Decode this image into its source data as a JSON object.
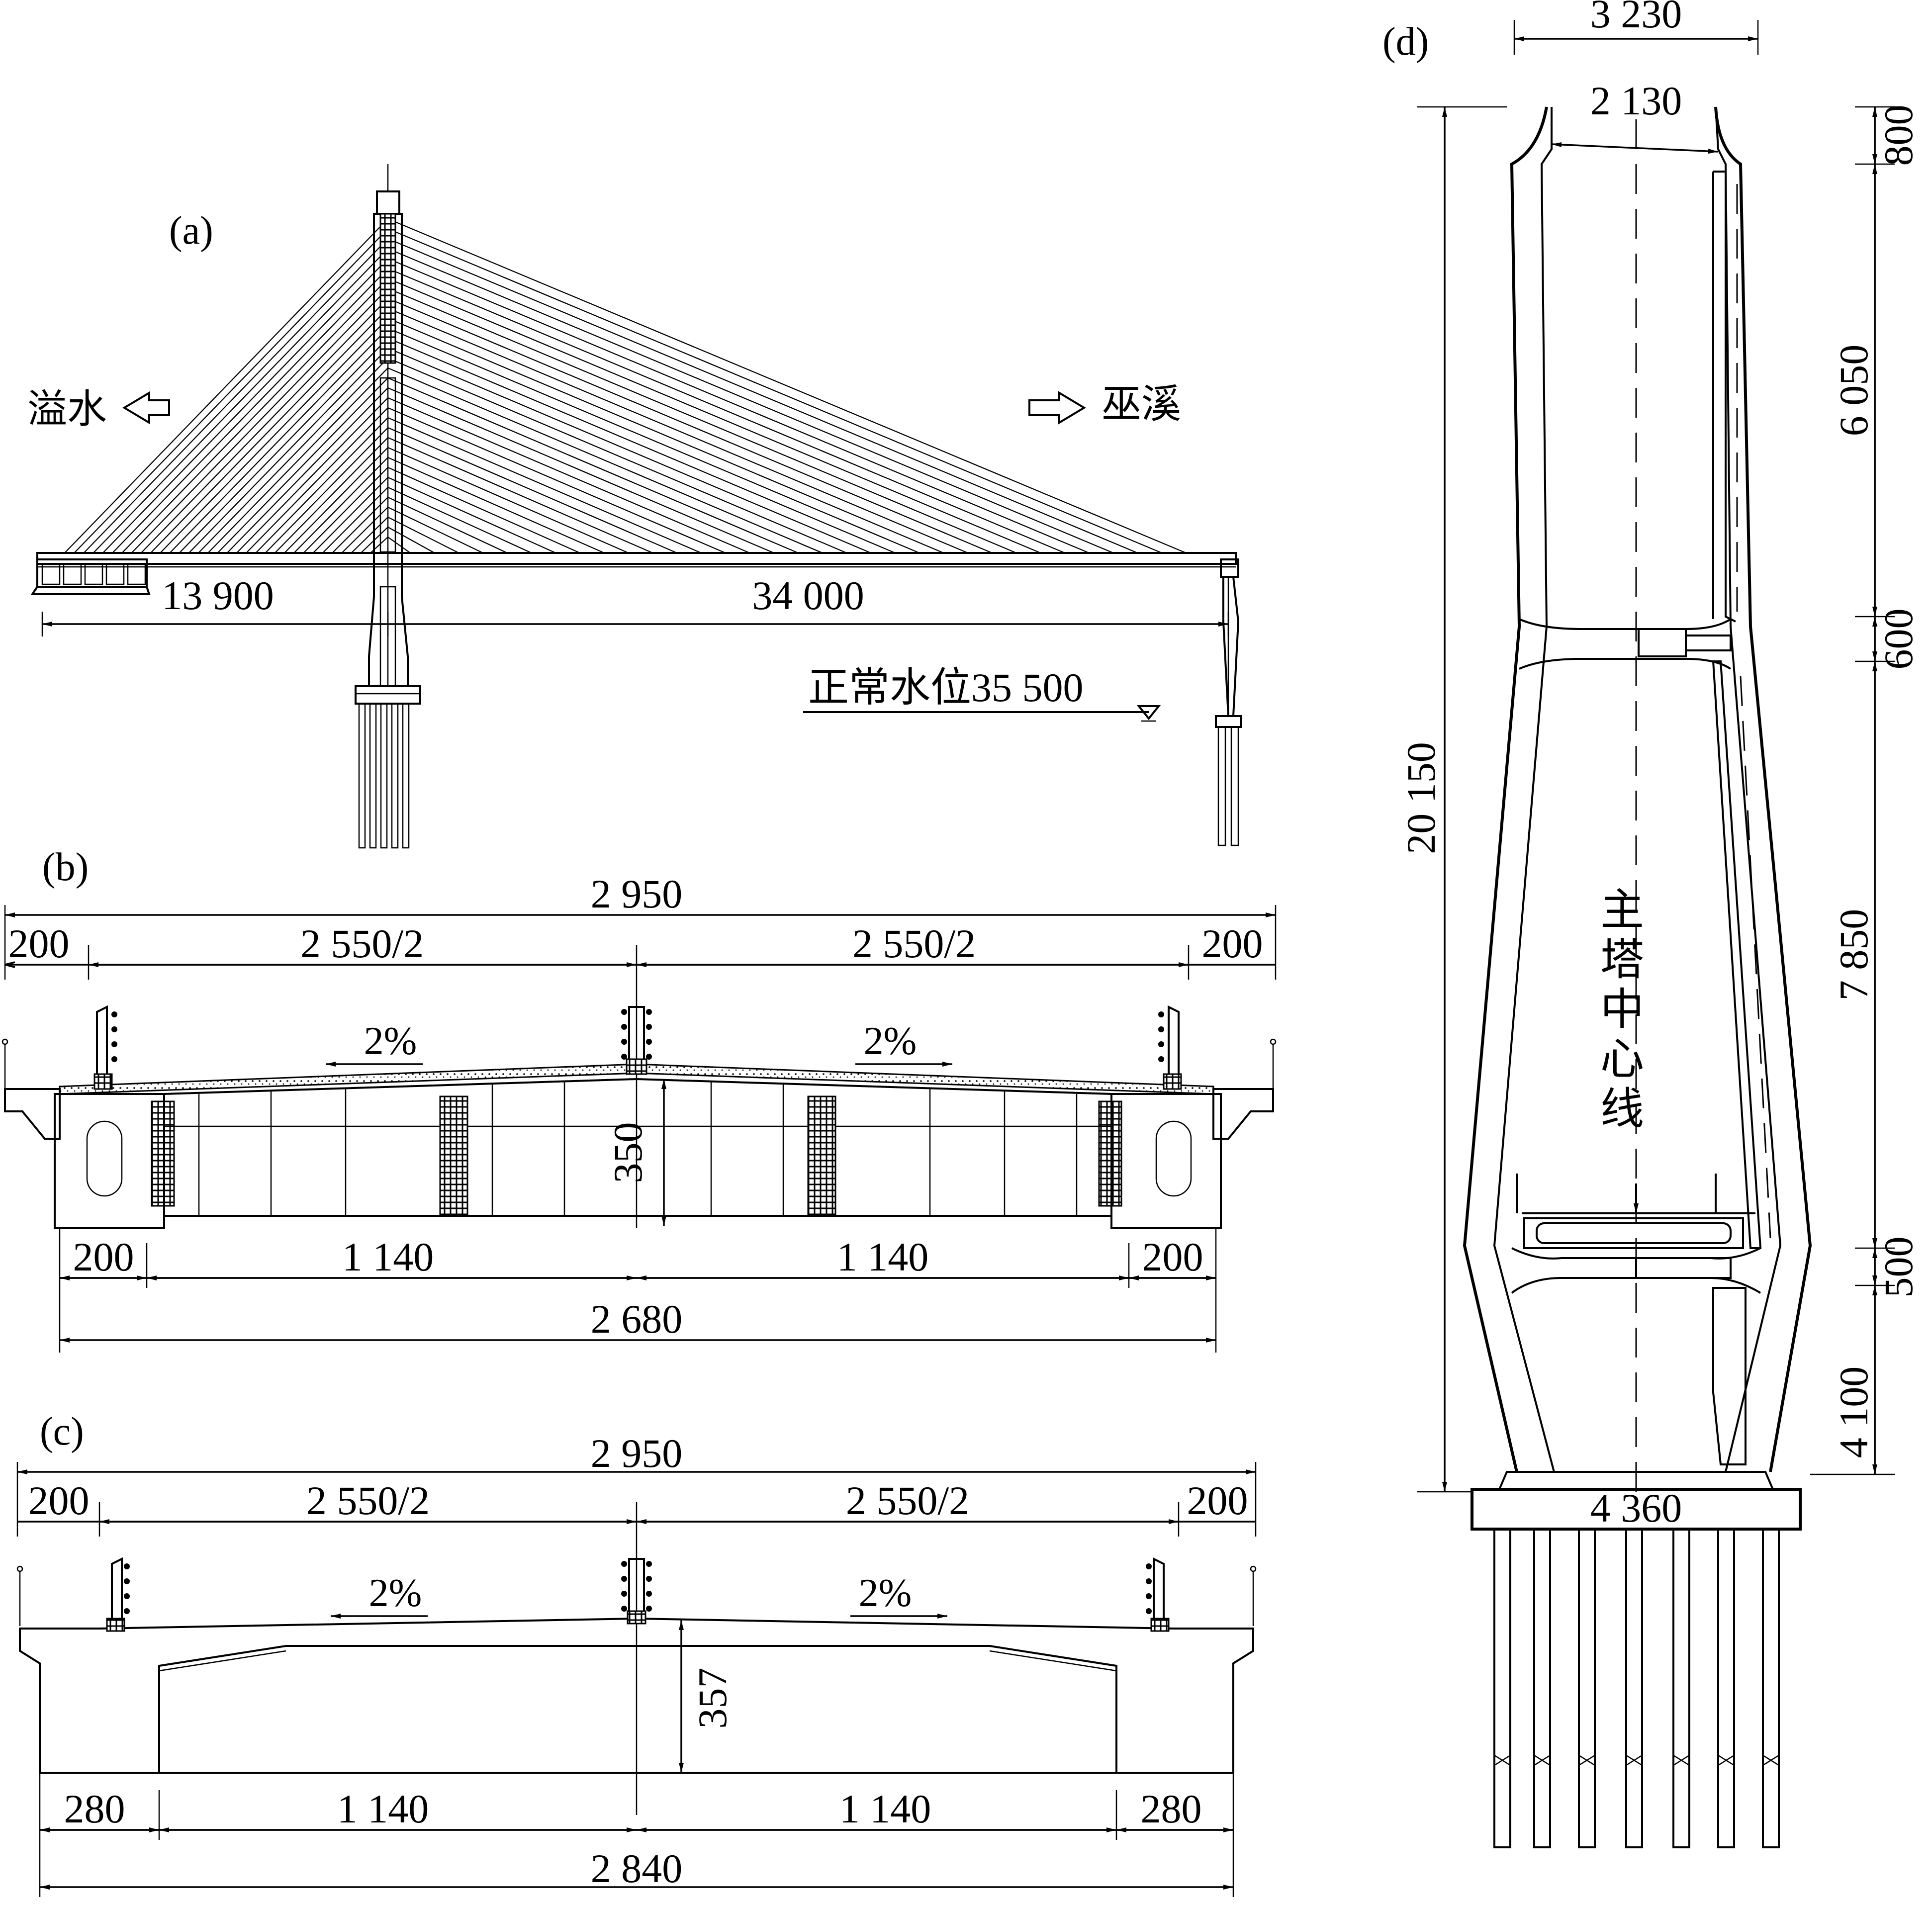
{
  "panels": {
    "a": {
      "label": "(a)",
      "left_direction": "溢水",
      "right_direction": "巫溪",
      "dim_left": "13 900",
      "dim_right": "34 000",
      "water_level": "正常水位35 500"
    },
    "b": {
      "label": "(b)",
      "dim_total_top": "2 950",
      "dim_side_left": "200",
      "dim_half_left": "2 550/2",
      "dim_half_right": "2 550/2",
      "dim_side_right": "200",
      "slope_left": "2%",
      "slope_right": "2%",
      "height": "350",
      "dim_bot_side_left": "200",
      "dim_bot_half_left": "1 140",
      "dim_bot_half_right": "1 140",
      "dim_bot_side_right": "200",
      "dim_bot_total": "2 680"
    },
    "c": {
      "label": "(c)",
      "dim_total_top": "2 950",
      "dim_side_left": "200",
      "dim_half_left": "2 550/2",
      "dim_half_right": "2 550/2",
      "dim_side_right": "200",
      "slope_left": "2%",
      "slope_right": "2%",
      "height": "357",
      "dim_bot_side_left": "280",
      "dim_bot_half_left": "1 140",
      "dim_bot_half_right": "1 140",
      "dim_bot_side_right": "280",
      "dim_bot_total": "2 840"
    },
    "d": {
      "label": "(d)",
      "dim_top_width": "3 230",
      "dim_inner_width": "2 130",
      "dim_total_height": "20 150",
      "seg_1": "800",
      "seg_2": "6 050",
      "seg_3": "600",
      "seg_4": "7 850",
      "seg_5": "500",
      "seg_6": "4 100",
      "base_width": "4 360",
      "centerline_label": [
        "主",
        "塔",
        "中",
        "心",
        "线"
      ]
    }
  }
}
